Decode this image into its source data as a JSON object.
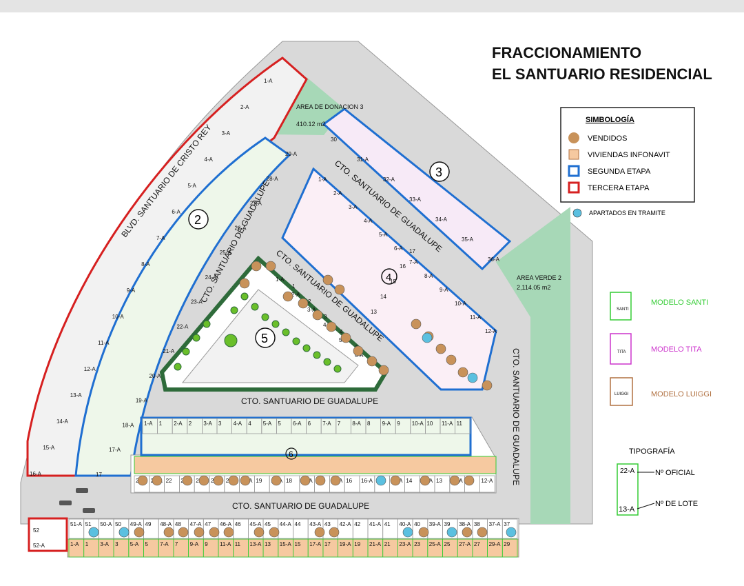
{
  "title": {
    "line1": "FRACCIONAMIENTO",
    "line2": "EL SANTUARIO RESIDENCIAL"
  },
  "legend": {
    "heading": "SIMBOLOGÍA",
    "items": [
      {
        "label": "VENDIDOS",
        "color": "#c8925a"
      },
      {
        "label": "VIVIENDAS INFONAVIT",
        "color": "#f5c9a0"
      },
      {
        "label": "SEGUNDA ETAPA",
        "color": "#1f6fd1"
      },
      {
        "label": "TERCERA ETAPA",
        "color": "#d62020"
      }
    ],
    "apartados": {
      "label": "APARTADOS EN TRAMITE",
      "color": "#5bc0e0"
    }
  },
  "models": [
    {
      "label": "MODELO SANTI",
      "inner": "SANTI",
      "color": "#33cc33"
    },
    {
      "label": "MODELO TITA",
      "inner": "TITA",
      "color": "#cc33cc"
    },
    {
      "label": "MODELO LUIGGI",
      "inner": "LUIGGI",
      "color": "#b07040"
    }
  ],
  "typography": {
    "heading": "TIPOGRAFÍA",
    "oficial_label": "Nº OFICIAL",
    "lote_label": "Nº DE LOTE",
    "oficial_example": "22-A",
    "lote_example": "13-A"
  },
  "areas": {
    "donacion_name": "AREA DE DONACION 3",
    "donacion_size": "410.12 m2",
    "verde_name": "AREA VERDE 2",
    "verde_size": "2,114.05 m2"
  },
  "streets": {
    "blvd": "BLVD. SANTUARIO DE CRISTO REY",
    "cto": "CTO. SANTUARIO DE GUADALUPE"
  },
  "manzanas": [
    "2",
    "3",
    "4",
    "5",
    "6"
  ],
  "blocks": {
    "block6_top": [
      "1-A",
      "1",
      "2-A",
      "2",
      "3-A",
      "3",
      "4-A",
      "4",
      "5-A",
      "5",
      "6-A",
      "6",
      "7-A",
      "7",
      "8-A",
      "8",
      "9-A",
      "9",
      "10-A",
      "10",
      "11-A",
      "11"
    ],
    "block6_bottom": [
      "23",
      "23-A",
      "22",
      "22-A",
      "21",
      "21-A",
      "20",
      "20-A",
      "19",
      "19-A",
      "18",
      "18-A",
      "17",
      "17-A",
      "16",
      "16-A",
      "15",
      "15-A",
      "14",
      "14-A",
      "13",
      "13-A",
      "12",
      "12-A"
    ],
    "bottom_row_top": [
      "51-A",
      "51",
      "50-A",
      "50",
      "49-A",
      "49",
      "48-A",
      "48",
      "47-A",
      "47",
      "46-A",
      "46",
      "45-A",
      "45",
      "44-A",
      "44",
      "43-A",
      "43",
      "42-A",
      "42",
      "41-A",
      "41",
      "40-A",
      "40",
      "39-A",
      "39",
      "38-A",
      "38",
      "37-A",
      "37"
    ],
    "bottom_row_bottom": [
      "1-A",
      "1",
      "3-A",
      "3",
      "5-A",
      "5",
      "7-A",
      "7",
      "9-A",
      "9",
      "11-A",
      "11",
      "13-A",
      "13",
      "15-A",
      "15",
      "17-A",
      "17",
      "19-A",
      "19",
      "21-A",
      "21",
      "23-A",
      "23",
      "25-A",
      "25",
      "27-A",
      "27",
      "29-A",
      "29"
    ],
    "left_column": [
      "1-A",
      "2-A",
      "3-A",
      "4-A",
      "5-A",
      "6-A",
      "7-A",
      "8-A",
      "9-A",
      "10-A",
      "11-A",
      "12-A",
      "13-A",
      "14-A",
      "15-A",
      "16-A"
    ],
    "block2_right": [
      "29-A",
      "28-A",
      "27-A",
      "26-A",
      "25-A",
      "24-A",
      "23-A",
      "22-A",
      "21-A",
      "20-A",
      "19-A",
      "18-A",
      "17-A",
      "17"
    ],
    "block3_upper": [
      "30",
      "31-A",
      "32-A",
      "33-A",
      "34-A",
      "35-A",
      "36-A"
    ],
    "block3_inner": [
      "1-A",
      "2-A",
      "3-A",
      "4-A",
      "5-A",
      "6-A",
      "7-A",
      "8-A",
      "9-A",
      "10-A",
      "11-A",
      "12-A",
      "13",
      "14",
      "15",
      "16",
      "17"
    ],
    "block5": [
      "1-A",
      "2-A",
      "3-A",
      "4-A",
      "5-A",
      "6-A",
      "1",
      "2",
      "3",
      "4",
      "5",
      "6"
    ],
    "sw_lots": [
      "52",
      "52-A"
    ]
  }
}
